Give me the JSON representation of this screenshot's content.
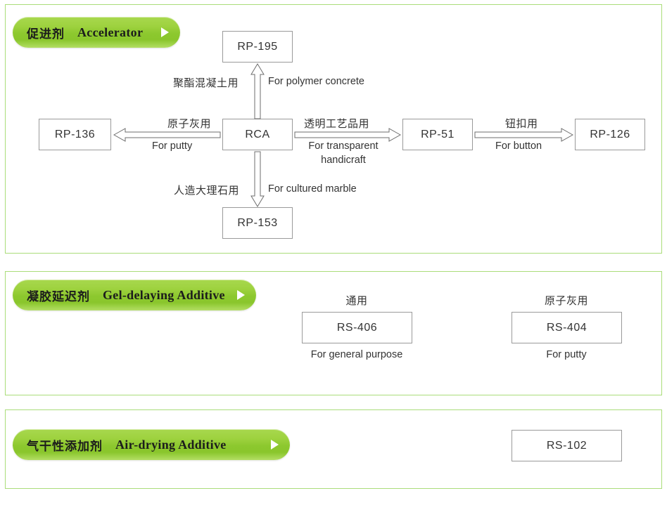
{
  "sections": [
    {
      "id": "accelerator",
      "badge": {
        "cn": "促进剂",
        "en": "Accelerator",
        "arrow_icon": "triangle-right-icon"
      },
      "center_node": "RCA",
      "nodes": [
        {
          "id": "rp195",
          "label": "RP-195"
        },
        {
          "id": "rp136",
          "label": "RP-136"
        },
        {
          "id": "rca",
          "label": "RCA"
        },
        {
          "id": "rp51",
          "label": "RP-51"
        },
        {
          "id": "rp126",
          "label": "RP-126"
        },
        {
          "id": "rp153",
          "label": "RP-153"
        }
      ],
      "edges": [
        {
          "from": "RCA",
          "to": "RP-195",
          "dir": "up",
          "cn": "聚酯混凝土用",
          "en": "For polymer concrete"
        },
        {
          "from": "RCA",
          "to": "RP-136",
          "dir": "left",
          "cn": "原子灰用",
          "en": "For putty"
        },
        {
          "from": "RCA",
          "to": "RP-51",
          "dir": "right",
          "cn": "透明工艺品用",
          "en": "For transparent handicraft",
          "en_line1": "For transparent",
          "en_line2": "handicraft"
        },
        {
          "from": "RP-51",
          "to": "RP-126",
          "dir": "right",
          "cn": "钮扣用",
          "en": "For button"
        },
        {
          "from": "RCA",
          "to": "RP-153",
          "dir": "down",
          "cn": "人造大理石用",
          "en": "For cultured marble"
        }
      ]
    },
    {
      "id": "gel",
      "badge": {
        "cn": "凝胶延迟剂",
        "en": "Gel-delaying Additive",
        "arrow_icon": "triangle-right-icon"
      },
      "items": [
        {
          "id": "rs406",
          "top_cn": "通用",
          "label": "RS-406",
          "bottom_en": "For general purpose"
        },
        {
          "id": "rs404",
          "top_cn": "原子灰用",
          "label": "RS-404",
          "bottom_en": "For putty"
        }
      ]
    },
    {
      "id": "air",
      "badge": {
        "cn": "气干性添加剂",
        "en": "Air-drying Additive",
        "arrow_icon": "triangle-right-icon"
      },
      "items": [
        {
          "id": "rs102",
          "top_cn": "",
          "label": "RS-102",
          "bottom_en": ""
        }
      ]
    }
  ],
  "colors": {
    "panel_border": "#aadd7a",
    "badge_green_light": "#a8d84e",
    "badge_green_dark": "#8ac62c",
    "box_border": "#9a9a9a",
    "arrow_stroke": "#6d6d6d",
    "text": "#333333"
  }
}
